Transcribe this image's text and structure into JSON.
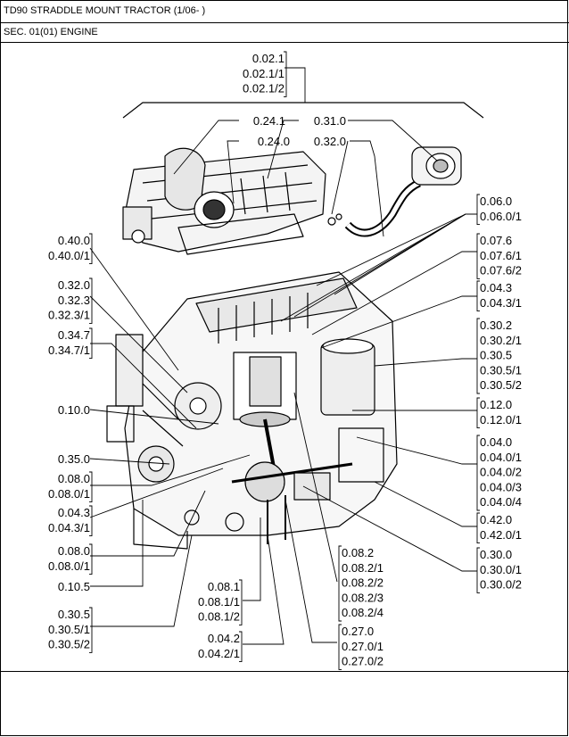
{
  "header": {
    "title": "TD90 STRADDLE MOUNT TRACTOR (1/06- )",
    "section": "SEC. 01(01) ENGINE"
  },
  "callouts": [
    {
      "id": "c1",
      "lines": [
        "0.02.1",
        "0.02.1/1",
        "0.02.1/2"
      ]
    },
    {
      "id": "c2",
      "lines": [
        "0.24.1"
      ]
    },
    {
      "id": "c3",
      "lines": [
        "0.31.0"
      ]
    },
    {
      "id": "c4",
      "lines": [
        "0.24.0"
      ]
    },
    {
      "id": "c5",
      "lines": [
        "0.32.0"
      ]
    },
    {
      "id": "c6",
      "lines": [
        "0.06.0",
        "0.06.0/1"
      ]
    },
    {
      "id": "c7",
      "lines": [
        "0.40.0",
        "0.40.0/1"
      ]
    },
    {
      "id": "c8",
      "lines": [
        "0.07.6",
        "0.07.6/1",
        "0.07.6/2"
      ]
    },
    {
      "id": "c9",
      "lines": [
        "0.32.0",
        "0.32.3",
        "0.32.3/1"
      ]
    },
    {
      "id": "c10",
      "lines": [
        "0.04.3",
        "0.04.3/1"
      ]
    },
    {
      "id": "c11",
      "lines": [
        "0.34.7",
        "0.34.7/1"
      ]
    },
    {
      "id": "c12",
      "lines": [
        "0.30.2",
        "0.30.2/1",
        "0.30.5",
        "0.30.5/1",
        "0.30.5/2"
      ]
    },
    {
      "id": "c13",
      "lines": [
        "0.10.0"
      ]
    },
    {
      "id": "c14",
      "lines": [
        "0.12.0",
        "0.12.0/1"
      ]
    },
    {
      "id": "c15",
      "lines": [
        "0.35.0"
      ]
    },
    {
      "id": "c16",
      "lines": [
        "0.04.0",
        "0.04.0/1",
        "0.04.0/2",
        "0.04.0/3",
        "0.04.0/4"
      ]
    },
    {
      "id": "c17",
      "lines": [
        "0.08.0",
        "0.08.0/1"
      ]
    },
    {
      "id": "c18",
      "lines": [
        "0.04.3",
        "0.04.3/1"
      ]
    },
    {
      "id": "c19",
      "lines": [
        "0.42.0",
        "0.42.0/1"
      ]
    },
    {
      "id": "c20",
      "lines": [
        "0.08.0",
        "0.08.0/1"
      ]
    },
    {
      "id": "c21",
      "lines": [
        "0.08.2",
        "0.08.2/1",
        "0.08.2/2",
        "0.08.2/3",
        "0.08.2/4"
      ]
    },
    {
      "id": "c22",
      "lines": [
        "0.30.0",
        "0.30.0/1",
        "0.30.0/2"
      ]
    },
    {
      "id": "c23",
      "lines": [
        "0.10.5"
      ]
    },
    {
      "id": "c24",
      "lines": [
        "0.08.1",
        "0.08.1/1",
        "0.08.1/2"
      ]
    },
    {
      "id": "c25",
      "lines": [
        "0.30.5",
        "0.30.5/1",
        "0.30.5/2"
      ]
    },
    {
      "id": "c26",
      "lines": [
        "0.27.0",
        "0.27.0/1",
        "0.27.0/2"
      ]
    },
    {
      "id": "c27",
      "lines": [
        "0.04.2",
        "0.04.2/1"
      ]
    }
  ]
}
